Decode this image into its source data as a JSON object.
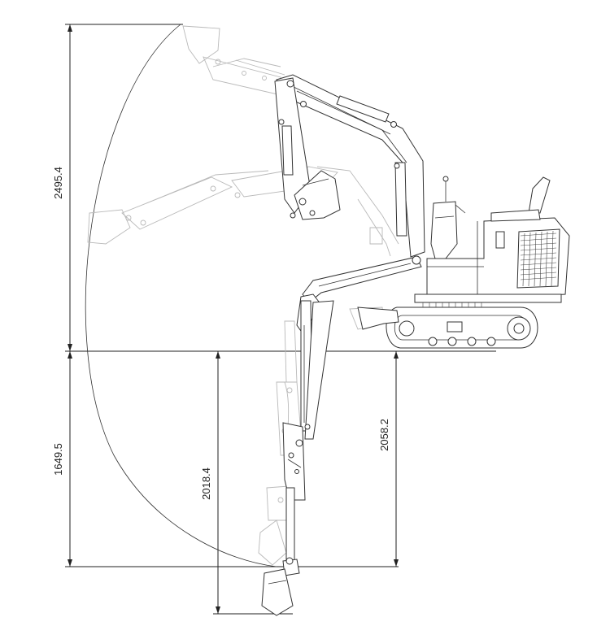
{
  "dimensions": {
    "max_digging_height": "2495.4",
    "max_dumping_depth": "1649.5",
    "max_digging_depth": "2018.4",
    "max_vertical_wall_depth": "2058.2"
  }
}
